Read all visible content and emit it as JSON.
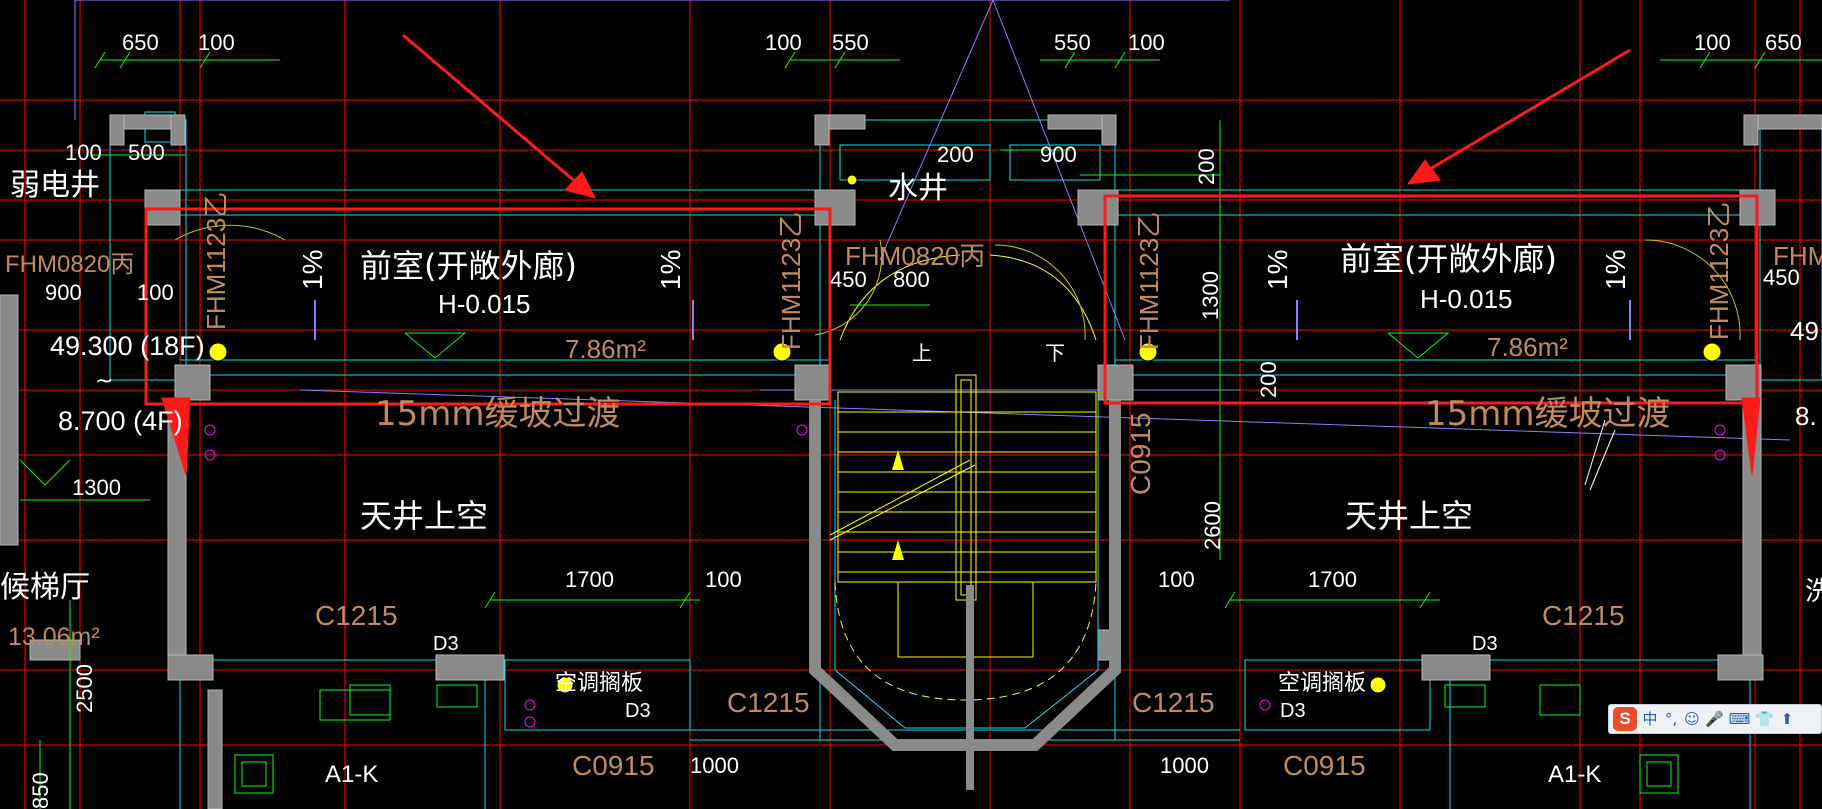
{
  "drawing": {
    "dims_top": [
      "650",
      "100",
      "100",
      "550",
      "550",
      "100",
      "100",
      "650"
    ],
    "dims_inner": [
      "100",
      "500",
      "200",
      "900",
      "200",
      "1300",
      "200",
      "450",
      "800",
      "450"
    ],
    "dims_lower": [
      "1700",
      "100",
      "100",
      "1700",
      "1300",
      "2600",
      "2500",
      "850",
      "1000",
      "1000"
    ],
    "left_labels": {
      "weak_well": "弱电井",
      "door_fhm": "FHM0820丙",
      "dim_900": "900",
      "dim_100": "100",
      "level_18f": "49.300 (18F)",
      "tilde": "~",
      "level_4f": "8.700 (4F)",
      "dim_1300": "1300",
      "elevator_hall": "候梯厅",
      "area": "13.06m²"
    },
    "water_well": "水井",
    "anteroom_title": "前室(开敞外廊)",
    "elevation": "H-0.015",
    "slope": "1%",
    "area_antechamber": "7.86m²",
    "ramp_note": "15mm缓坡过渡",
    "skywell": "天井上空",
    "window_c1215": "C1215",
    "window_c0915": "C0915",
    "window_d3": "D3",
    "ac_panel": "空调搁板",
    "kitchen": "A1-K",
    "fire_door_left": "FHM1123乙",
    "fire_door_mid": "FHM0820丙",
    "stair_up": "上",
    "stair_down": "下",
    "right_edge_labels": [
      "FHM",
      "49",
      "8.",
      "洗"
    ]
  },
  "ime": {
    "logo": "S",
    "items": [
      "中",
      "°,",
      "☺",
      "🎤",
      "⌨",
      "👕",
      "⬆"
    ]
  },
  "colors": {
    "background": "#000000",
    "wall": "#8a8a8a",
    "axis": "#ff0000",
    "dim": "#00ff00",
    "outline": "#00e5ee",
    "text": "#ffffff",
    "brown": "#c08a5a",
    "yellow": "#ffff00",
    "violet": "#8a7cff",
    "magenta": "#ff00ff",
    "highlight": "#ff1a1a"
  }
}
